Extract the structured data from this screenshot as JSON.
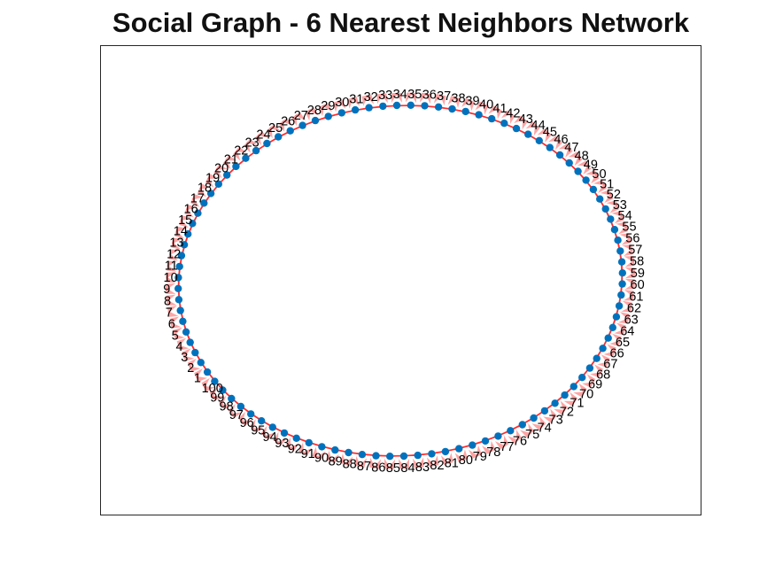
{
  "figure": {
    "title": "Social Graph - 6 Nearest Neighbors Network"
  },
  "graph": {
    "type": "directed ring lattice",
    "node_count": 100,
    "neighbors_per_node": 6,
    "node_labels": [
      "1",
      "2",
      "3",
      "4",
      "5",
      "6",
      "7",
      "8",
      "9",
      "10",
      "11",
      "12",
      "13",
      "14",
      "15",
      "16",
      "17",
      "18",
      "19",
      "20",
      "21",
      "22",
      "23",
      "24",
      "25",
      "26",
      "27",
      "28",
      "29",
      "30",
      "31",
      "32",
      "33",
      "34",
      "35",
      "36",
      "37",
      "38",
      "39",
      "40",
      "41",
      "42",
      "43",
      "44",
      "45",
      "46",
      "47",
      "48",
      "49",
      "50",
      "51",
      "52",
      "53",
      "54",
      "55",
      "56",
      "57",
      "58",
      "59",
      "60",
      "61",
      "62",
      "63",
      "64",
      "65",
      "66",
      "67",
      "68",
      "69",
      "70",
      "71",
      "72",
      "73",
      "74",
      "75",
      "76",
      "77",
      "78",
      "79",
      "80",
      "81",
      "82",
      "83",
      "84",
      "85",
      "86",
      "87",
      "88",
      "89",
      "90",
      "91",
      "92",
      "93",
      "94",
      "95",
      "96",
      "97",
      "98",
      "99",
      "100"
    ],
    "colors": {
      "node": "#0072BD",
      "edge": "#FF2A2A",
      "arrow": "#FF5A5A",
      "label": "#000000",
      "axes_border": "#262626"
    },
    "axes": {
      "ticks": false,
      "box": true
    }
  }
}
